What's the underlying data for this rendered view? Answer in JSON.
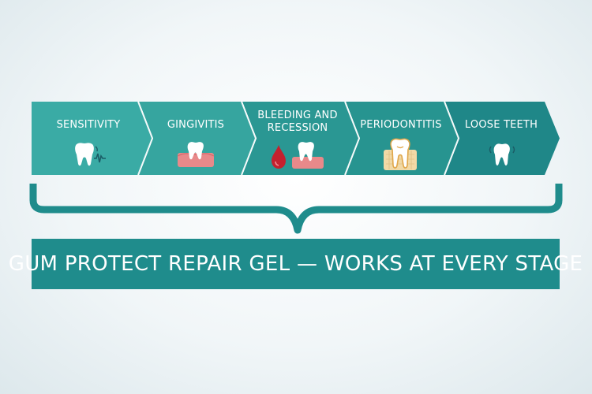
{
  "steps": [
    {
      "label": "SENSITIVITY",
      "icon": "tooth-sensitivity-icon"
    },
    {
      "label": "GINGIVITIS",
      "icon": "tooth-gum-icon"
    },
    {
      "label": "BLEEDING AND\nRECESSION",
      "icon": "blood-drop-tooth-icon"
    },
    {
      "label": "PERIODONTITIS",
      "icon": "tooth-root-icon"
    },
    {
      "label": "LOOSE TEETH",
      "icon": "loose-tooth-icon"
    }
  ],
  "banner": {
    "text": "GUM PROTECT REPAIR GEL — WORKS AT EVERY STAGE"
  },
  "colors": {
    "step_1": "#3aaba5",
    "step_2": "#36a59f",
    "step_3": "#2a9793",
    "step_4": "#279490",
    "step_5": "#1f8788",
    "banner": "#1f8c8c",
    "brace": "#1f8c8c",
    "gum": "#e8898a",
    "blood": "#c4202e"
  }
}
